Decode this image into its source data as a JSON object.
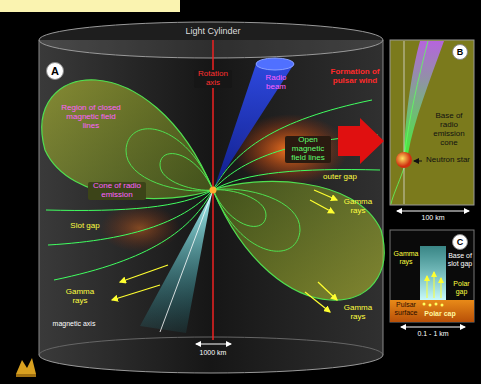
{
  "diagram": {
    "nodes": [
      {
        "text": [
          "A"
        ]
      },
      {
        "text": [
          "B"
        ]
      },
      {
        "text": [
          "C"
        ]
      }
    ],
    "labels": [
      "Light Cylinder",
      "Rotation axis",
      "Radio beam",
      "Region of closed magnetic field lines",
      "Cone of radio emission",
      "Open magnetic field lines",
      "Formation of pulsar wind",
      "outer gap",
      "Gamma rays",
      "Slot gap",
      "Gamma rays",
      "Gamma rays",
      "magnetic axis",
      "1000 km",
      "Base of radio emission cone",
      "Neutron star",
      "100 km",
      "Gamma rays",
      "Base of slot gap",
      "Polar gap",
      "Pulsar surface",
      "Polar cap",
      "0.1 - 1 km"
    ]
  }
}
